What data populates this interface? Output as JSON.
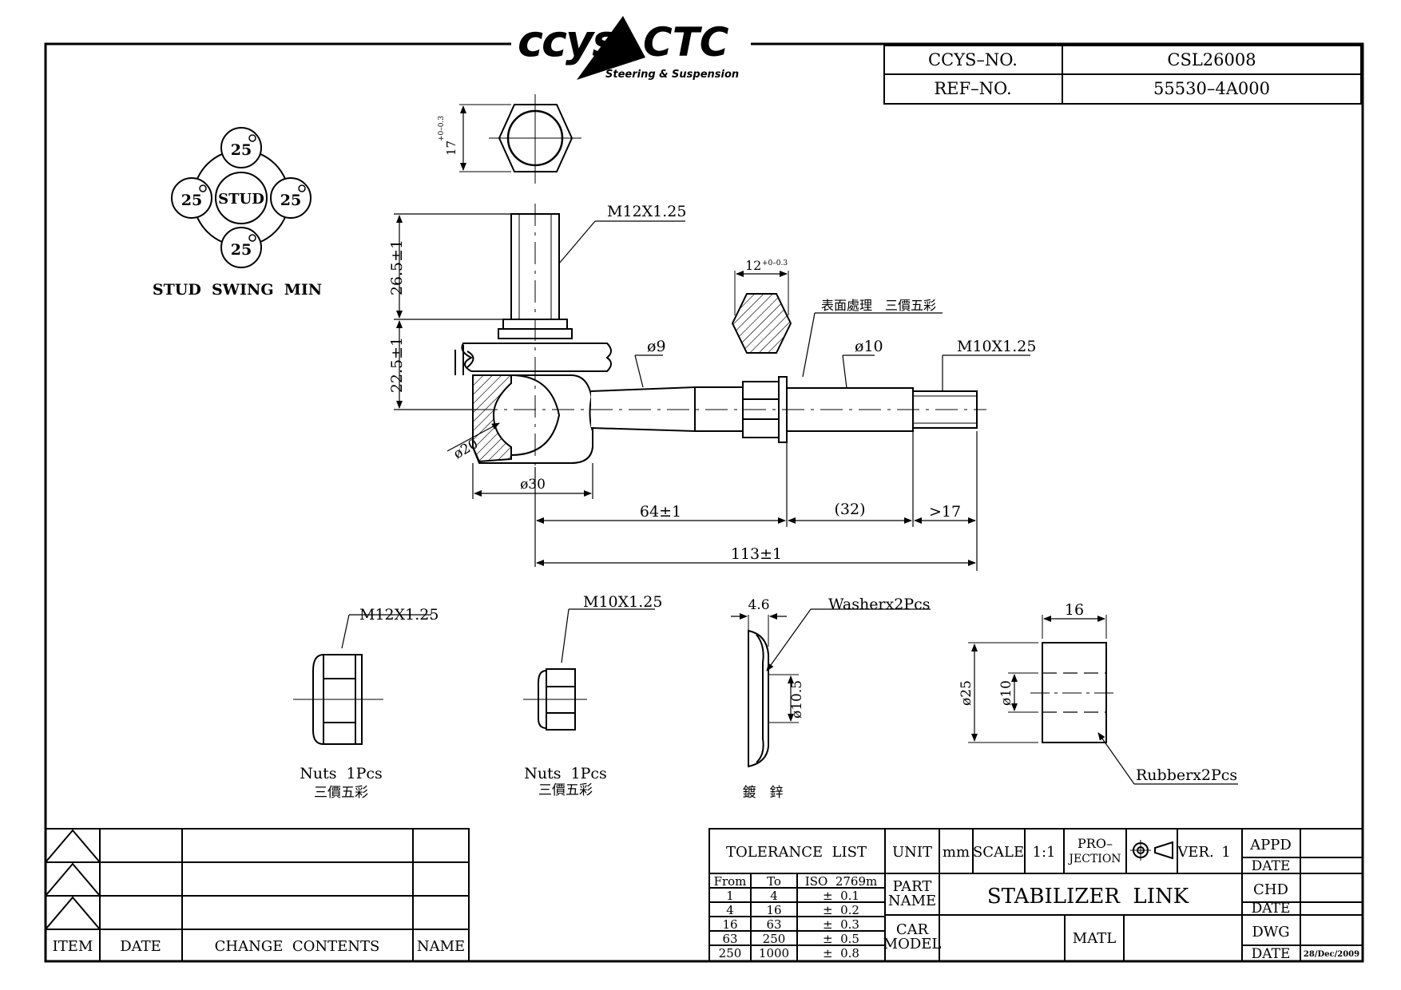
{
  "logo": {
    "brand_left": "ccys",
    "brand_right": "CTC",
    "tagline": "Steering & Suspension"
  },
  "header": {
    "ccys_no_label": "CCYS–NO.",
    "ccys_no_value": "CSL26008",
    "ref_no_label": "REF–NO.",
    "ref_no_value": "55530–4A000"
  },
  "swing": {
    "angle_top": "25",
    "angle_left": "25",
    "angle_right": "25",
    "angle_bottom": "25",
    "center": "STUD",
    "caption": "STUD  SWING  MIN"
  },
  "dims": {
    "hex_height": "17",
    "hex_height_tol": "+0–0.3",
    "stud_thread": "M12X1.25",
    "stud_len": "26.5±1",
    "ball_height": "22.5±1",
    "small_hex": "12",
    "small_hex_tol": "+0–0.3",
    "surface": "表面處理　三價五彩",
    "dia9": "ø9",
    "dia10": "ø10",
    "thread_m10": "M10X1.25",
    "dia20": "ø20",
    "dia30": "ø30",
    "len64": "64±1",
    "len32": "(32)",
    "len17": ">17",
    "len113": "113±1"
  },
  "parts": {
    "nut1_thread": "M12X1.25",
    "nut1_caption": "Nuts  1Pcs",
    "nut1_sub": "三價五彩",
    "nut2_thread": "M10X1.25",
    "nut2_caption": "Nuts  1Pcs",
    "nut2_sub": "三價五彩",
    "washer_thick": "4.6",
    "washer_label": "Washerx2Pcs",
    "washer_dia": "ø10.5",
    "washer_sub": "鍍　鋅",
    "rubber_w": "16",
    "rubber_od": "ø25",
    "rubber_id": "ø10",
    "rubber_label": "Rubberx2Pcs"
  },
  "revision_table": {
    "item": "ITEM",
    "date": "DATE",
    "change": "CHANGE  CONTENTS",
    "name": "NAME"
  },
  "tolerance": {
    "title": "TOLERANCE  LIST",
    "headers": [
      "From",
      "To",
      "ISO  2769m"
    ],
    "rows": [
      [
        "1",
        "4",
        "±  0.1"
      ],
      [
        "4",
        "16",
        "±  0.2"
      ],
      [
        "16",
        "63",
        "±  0.3"
      ],
      [
        "63",
        "250",
        "±  0.5"
      ],
      [
        "250",
        "1000",
        "±  0.8"
      ]
    ]
  },
  "title_block": {
    "unit_label": "UNIT",
    "unit_value": "mm",
    "scale_label": "SCALE",
    "scale_value": "1:1",
    "projection_label_1": "PRO–",
    "projection_label_2": "JECTION",
    "ver_label": "VER.",
    "ver_value": "1",
    "appd": "APPD",
    "date1": "DATE",
    "chd": "CHD",
    "date2": "DATE",
    "dwg": "DWG",
    "date3": "DATE",
    "date3_value": "28/Dec/2009",
    "part_name_label_1": "PART",
    "part_name_label_2": "NAME",
    "part_name_value": "STABILIZER  LINK",
    "car_model_label_1": "CAR",
    "car_model_label_2": "MODEL",
    "matl_label": "MATL"
  }
}
